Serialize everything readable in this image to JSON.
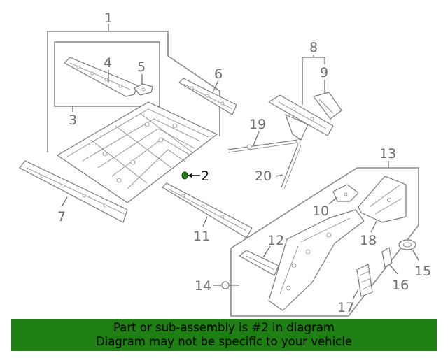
{
  "callouts": {
    "c1": "1",
    "c2": "2",
    "c3": "3",
    "c4": "4",
    "c5": "5",
    "c6": "6",
    "c7": "7",
    "c8": "8",
    "c9": "9",
    "c10": "10",
    "c11": "11",
    "c12": "12",
    "c13": "13",
    "c14": "14",
    "c15": "15",
    "c16": "16",
    "c17": "17",
    "c18": "18",
    "c19": "19",
    "c20": "20"
  },
  "highlight": {
    "part": "2",
    "color": "#1e7f12"
  },
  "banner": {
    "line1": "Part or sub-assembly is #2 in diagram",
    "line2": "Diagram may not be specific to your vehicle",
    "background": "#1e7f12"
  }
}
